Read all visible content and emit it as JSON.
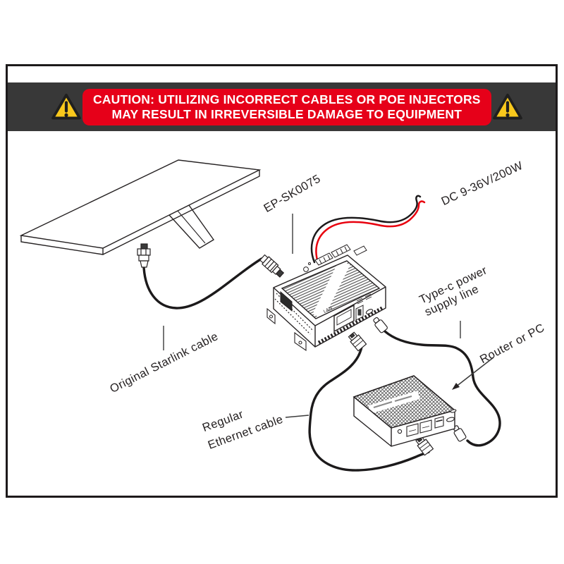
{
  "banner": {
    "line1": "CAUTION: UTILIZING INCORRECT CABLES OR POE INJECTORS",
    "line2": "MAY RESULT IN IRREVERSIBLE DAMAGE TO EQUIPMENT",
    "bg_color": "#383838",
    "box_color": "#e60019",
    "triangle_color": "#f8c81c"
  },
  "labels": {
    "device_model": "EP-SK0075",
    "dc_rating": "DC 9-36V/200W",
    "type_c_line1": "Type-c power",
    "type_c_line2": "supply line",
    "router": "Router or PC",
    "starlink_cable": "Original Starlink cable",
    "ethernet_line1": "Regular",
    "ethernet_line2": "Ethernet cable"
  },
  "device_text": {
    "lan_port": "LAN"
  },
  "colors": {
    "line": "#262223",
    "wire_red": "#e8000e",
    "wire_black": "#1c1a1b"
  }
}
